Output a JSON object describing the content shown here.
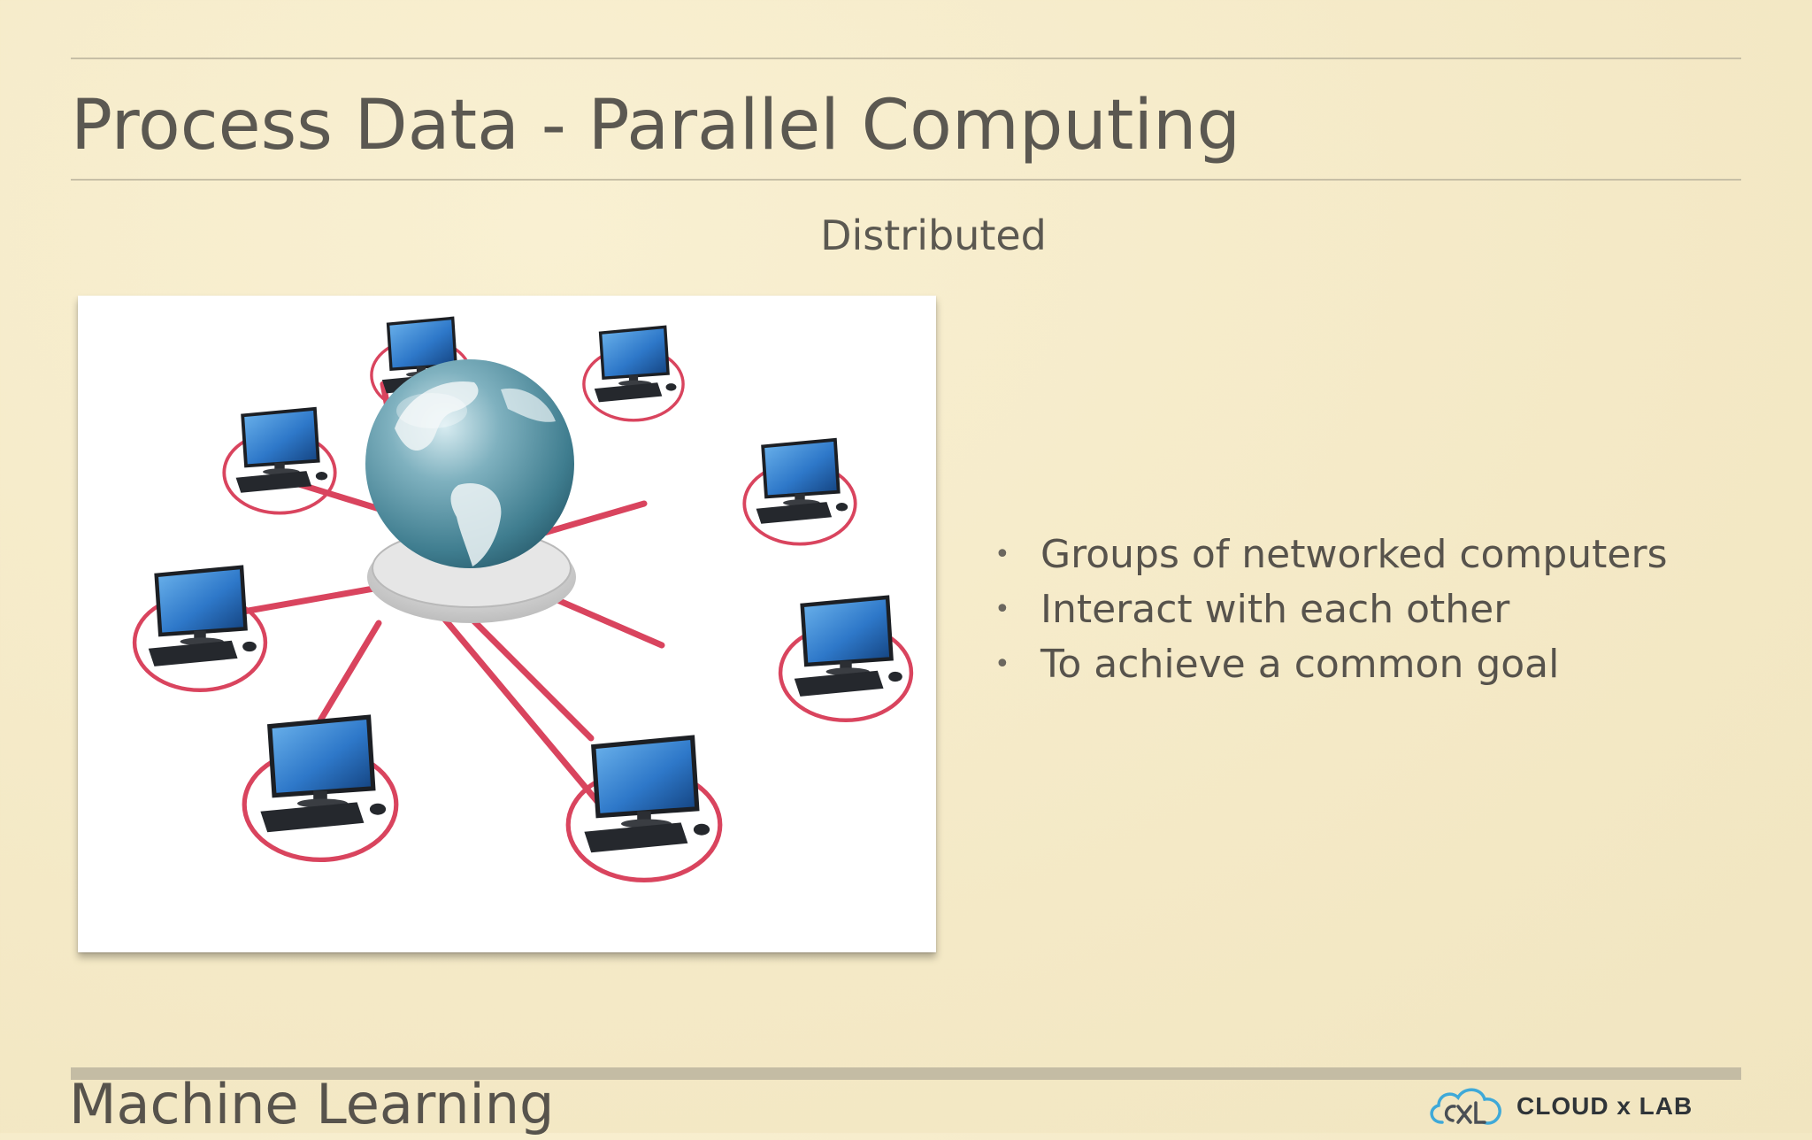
{
  "slide": {
    "title": "Process Data - Parallel Computing",
    "subtitle": "Distributed",
    "bullets": [
      "Groups of networked computers",
      "Interact with each other",
      "To achieve a common goal"
    ],
    "footer_label": "Machine Learning"
  },
  "brand": {
    "text": "CLOUD x LAB",
    "mark": "cxl-cloud-logo"
  },
  "illustration": {
    "icons": [
      "globe-icon",
      "desktop-computer-icon"
    ],
    "computer_count": 8
  },
  "colors": {
    "background": "#f6ecc9",
    "title_text": "#5b5851",
    "rule": "#c7bfa6",
    "network_link": "#d9445e",
    "screen_blue": "#2e78c9",
    "globe_teal": "#4f8fa0",
    "logo_blue": "#3fa9d8"
  }
}
